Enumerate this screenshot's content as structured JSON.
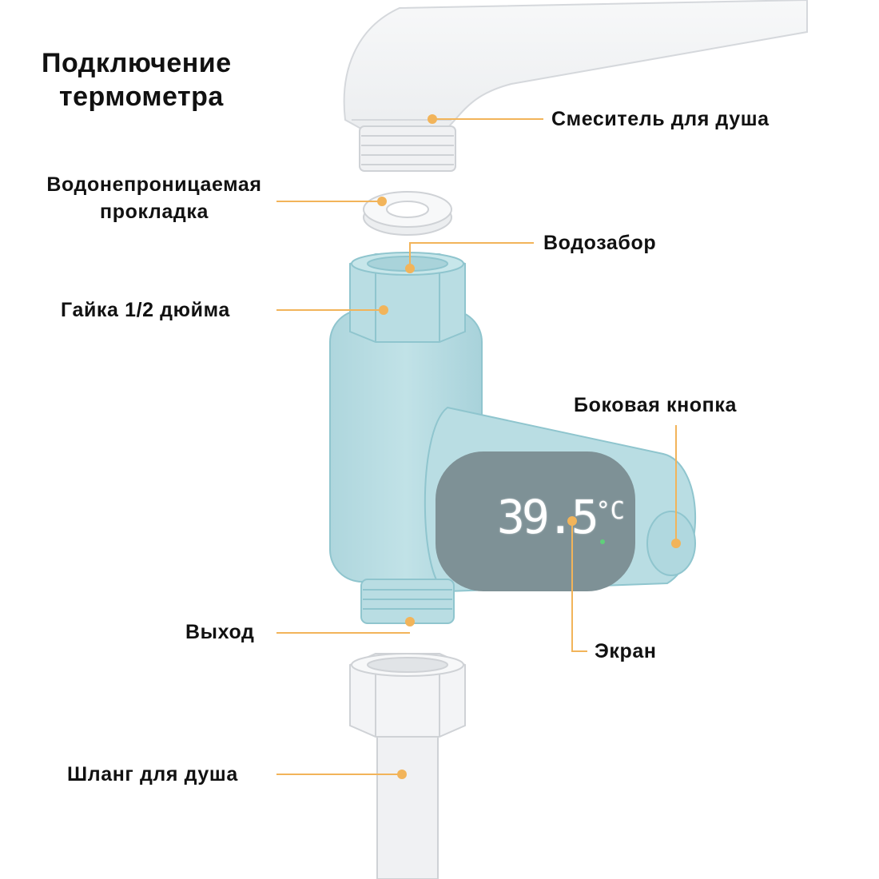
{
  "title": {
    "line1": "Подключение",
    "line2": "термометра"
  },
  "labels": {
    "mixer": "Смеситель для душа",
    "gasket_line1": "Водонепроницаемая",
    "gasket_line2": "прокладка",
    "inlet": "Водозабор",
    "nut": "Гайка 1/2 дюйма",
    "side_button": "Боковая кнопка",
    "screen": "Экран",
    "outlet": "Выход",
    "hose": "Шланг для душа"
  },
  "display": {
    "reading": "39.5",
    "unit": "°C"
  },
  "colors": {
    "accent": "#f2b45a",
    "device_body": "#b9dde3",
    "device_outline": "#8fc5ce",
    "screen_panel": "#7e9196",
    "metal": "#f0f1f3",
    "metal_outline": "#cfd2d6"
  }
}
